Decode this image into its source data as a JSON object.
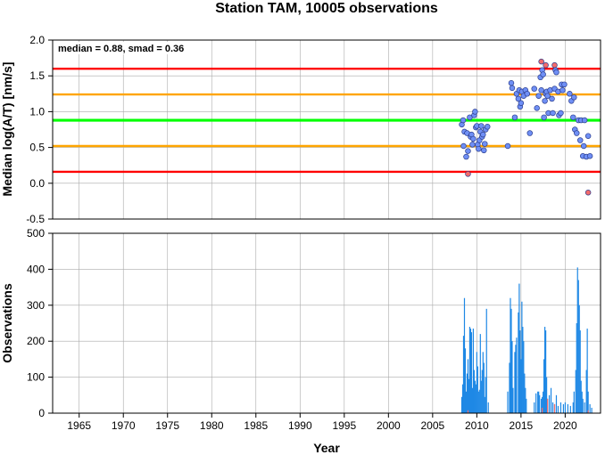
{
  "chart_data": [
    {
      "type": "scatter",
      "title": "Station TAM, 10005 observations",
      "ylabel": "Median log(A/T) [nm/s]",
      "annotation": "median = 0.88, smad = 0.36",
      "xlim": [
        1962,
        2024
      ],
      "ylim": [
        -0.5,
        2.0
      ],
      "yticks": [
        "-0.5",
        "0.0",
        "0.5",
        "1.0",
        "1.5",
        "2.0"
      ],
      "grid": true,
      "reference_lines": [
        {
          "y": 1.6,
          "color": "#ff0000"
        },
        {
          "y": 1.24,
          "color": "#ffa500"
        },
        {
          "y": 0.88,
          "color": "#00ff00"
        },
        {
          "y": 0.52,
          "color": "#ffa500"
        },
        {
          "y": 0.16,
          "color": "#ff0000"
        }
      ],
      "series": [
        {
          "color": "#6f8ff5",
          "points": [
            [
              2008.3,
              0.82
            ],
            [
              2008.45,
              0.88
            ],
            [
              2008.5,
              0.52
            ],
            [
              2008.6,
              0.72
            ],
            [
              2008.8,
              0.37
            ],
            [
              2008.9,
              0.7
            ],
            [
              2009.0,
              0.45
            ],
            [
              2009.2,
              0.92
            ],
            [
              2009.3,
              0.65
            ],
            [
              2009.4,
              0.68
            ],
            [
              2009.5,
              0.54
            ],
            [
              2009.6,
              0.62
            ],
            [
              2009.7,
              0.95
            ],
            [
              2009.8,
              1.0
            ],
            [
              2009.9,
              0.78
            ],
            [
              2010.0,
              0.8
            ],
            [
              2010.1,
              0.54
            ],
            [
              2010.2,
              0.48
            ],
            [
              2010.3,
              0.6
            ],
            [
              2010.4,
              0.72
            ],
            [
              2010.5,
              0.8
            ],
            [
              2010.6,
              0.65
            ],
            [
              2010.7,
              0.68
            ],
            [
              2010.8,
              0.46
            ],
            [
              2010.9,
              0.55
            ],
            [
              2011.0,
              0.75
            ],
            [
              2011.2,
              0.79
            ],
            [
              2013.5,
              0.52
            ],
            [
              2013.9,
              1.4
            ],
            [
              2014.0,
              1.33
            ],
            [
              2014.3,
              0.92
            ],
            [
              2014.5,
              1.25
            ],
            [
              2014.7,
              1.18
            ],
            [
              2014.8,
              1.3
            ],
            [
              2014.9,
              1.07
            ],
            [
              2015.0,
              1.12
            ],
            [
              2015.1,
              1.28
            ],
            [
              2015.3,
              1.22
            ],
            [
              2015.5,
              1.3
            ],
            [
              2015.7,
              1.25
            ],
            [
              2016.0,
              0.7
            ],
            [
              2016.5,
              1.32
            ],
            [
              2016.8,
              1.05
            ],
            [
              2017.0,
              1.22
            ],
            [
              2017.2,
              1.48
            ],
            [
              2017.3,
              1.3
            ],
            [
              2017.4,
              1.58
            ],
            [
              2017.5,
              1.52
            ],
            [
              2017.6,
              0.92
            ],
            [
              2017.7,
              1.15
            ],
            [
              2017.8,
              1.25
            ],
            [
              2017.9,
              1.28
            ],
            [
              2018.0,
              1.22
            ],
            [
              2018.1,
              0.98
            ],
            [
              2018.3,
              1.3
            ],
            [
              2018.5,
              1.18
            ],
            [
              2018.6,
              0.98
            ],
            [
              2018.8,
              1.32
            ],
            [
              2018.9,
              1.58
            ],
            [
              2019.0,
              1.55
            ],
            [
              2019.2,
              1.28
            ],
            [
              2019.3,
              0.95
            ],
            [
              2019.5,
              0.98
            ],
            [
              2019.6,
              1.38
            ],
            [
              2019.7,
              1.3
            ],
            [
              2019.9,
              1.38
            ],
            [
              2020.5,
              1.25
            ],
            [
              2020.7,
              1.15
            ],
            [
              2020.9,
              0.92
            ],
            [
              2021.0,
              1.2
            ],
            [
              2021.1,
              0.75
            ],
            [
              2021.3,
              0.7
            ],
            [
              2021.5,
              0.88
            ],
            [
              2021.7,
              0.6
            ],
            [
              2021.8,
              0.88
            ],
            [
              2022.0,
              0.38
            ],
            [
              2022.1,
              0.52
            ],
            [
              2022.2,
              0.88
            ],
            [
              2022.4,
              0.37
            ],
            [
              2022.6,
              0.66
            ],
            [
              2022.8,
              0.38
            ]
          ]
        },
        {
          "color": "#f36b6b",
          "points": [
            [
              2009.0,
              0.13
            ],
            [
              2017.3,
              1.7
            ],
            [
              2017.8,
              1.65
            ],
            [
              2018.8,
              1.65
            ],
            [
              2022.6,
              -0.13
            ]
          ]
        }
      ]
    },
    {
      "type": "bar",
      "xlabel": "Year",
      "ylabel": "Observations",
      "xlim": [
        1962,
        2024
      ],
      "ylim": [
        0,
        500
      ],
      "yticks": [
        "0",
        "100",
        "200",
        "300",
        "400",
        "500"
      ],
      "xticks": [
        "1965",
        "1970",
        "1975",
        "1980",
        "1985",
        "1990",
        "1995",
        "2000",
        "2005",
        "2010",
        "2015",
        "2020"
      ],
      "grid": true,
      "series": [
        {
          "color": "#1e88e5",
          "bars": [
            [
              2008.3,
              45
            ],
            [
              2008.4,
              80
            ],
            [
              2008.5,
              215
            ],
            [
              2008.6,
              320
            ],
            [
              2008.7,
              180
            ],
            [
              2008.8,
              60
            ],
            [
              2008.9,
              110
            ],
            [
              2009.0,
              150
            ],
            [
              2009.1,
              95
            ],
            [
              2009.2,
              240
            ],
            [
              2009.3,
              235
            ],
            [
              2009.4,
              225
            ],
            [
              2009.5,
              70
            ],
            [
              2009.6,
              235
            ],
            [
              2009.7,
              120
            ],
            [
              2009.8,
              90
            ],
            [
              2009.9,
              80
            ],
            [
              2010.0,
              170
            ],
            [
              2010.1,
              130
            ],
            [
              2010.2,
              60
            ],
            [
              2010.3,
              65
            ],
            [
              2010.4,
              220
            ],
            [
              2010.5,
              90
            ],
            [
              2010.6,
              120
            ],
            [
              2010.7,
              170
            ],
            [
              2010.8,
              140
            ],
            [
              2010.9,
              45
            ],
            [
              2011.0,
              100
            ],
            [
              2011.1,
              290
            ],
            [
              2011.3,
              30
            ],
            [
              2013.5,
              60
            ],
            [
              2013.7,
              140
            ],
            [
              2013.8,
              320
            ],
            [
              2013.9,
              290
            ],
            [
              2014.0,
              200
            ],
            [
              2014.1,
              70
            ],
            [
              2014.3,
              170
            ],
            [
              2014.4,
              190
            ],
            [
              2014.5,
              210
            ],
            [
              2014.7,
              280
            ],
            [
              2014.8,
              360
            ],
            [
              2014.9,
              230
            ],
            [
              2015.0,
              150
            ],
            [
              2015.1,
              310
            ],
            [
              2015.2,
              240
            ],
            [
              2015.3,
              200
            ],
            [
              2015.4,
              110
            ],
            [
              2015.5,
              70
            ],
            [
              2015.6,
              40
            ],
            [
              2016.5,
              30
            ],
            [
              2016.7,
              55
            ],
            [
              2016.9,
              60
            ],
            [
              2017.0,
              60
            ],
            [
              2017.1,
              50
            ],
            [
              2017.3,
              40
            ],
            [
              2017.4,
              45
            ],
            [
              2017.5,
              60
            ],
            [
              2017.6,
              150
            ],
            [
              2017.7,
              240
            ],
            [
              2017.8,
              230
            ],
            [
              2017.9,
              100
            ],
            [
              2018.0,
              40
            ],
            [
              2018.2,
              50
            ],
            [
              2018.4,
              70
            ],
            [
              2018.6,
              30
            ],
            [
              2018.8,
              25
            ],
            [
              2019.0,
              50
            ],
            [
              2019.2,
              20
            ],
            [
              2019.5,
              30
            ],
            [
              2019.8,
              25
            ],
            [
              2020.0,
              30
            ],
            [
              2020.3,
              25
            ],
            [
              2020.6,
              20
            ],
            [
              2020.9,
              30
            ],
            [
              2021.0,
              60
            ],
            [
              2021.2,
              120
            ],
            [
              2021.3,
              250
            ],
            [
              2021.4,
              405
            ],
            [
              2021.5,
              370
            ],
            [
              2021.6,
              300
            ],
            [
              2021.7,
              230
            ],
            [
              2021.8,
              90
            ],
            [
              2021.9,
              60
            ],
            [
              2022.0,
              40
            ],
            [
              2022.2,
              30
            ],
            [
              2022.4,
              120
            ],
            [
              2022.5,
              235
            ],
            [
              2022.6,
              60
            ],
            [
              2022.8,
              25
            ],
            [
              2023.0,
              15
            ]
          ]
        },
        {
          "color": "#f36b6b",
          "bars": [
            [
              2009.0,
              8
            ],
            [
              2017.4,
              15
            ],
            [
              2018.0,
              40
            ],
            [
              2018.8,
              25
            ],
            [
              2022.6,
              8
            ]
          ]
        }
      ]
    }
  ]
}
